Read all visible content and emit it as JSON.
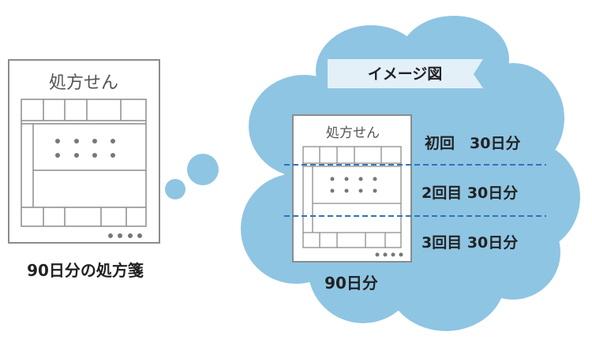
{
  "left_prescription": {
    "title": "処方せん",
    "caption": "90日分の処方箋"
  },
  "thought_bubble": {
    "banner": "イメージ図",
    "prescription_title": "処方せん",
    "caption": "90日分",
    "segments": [
      {
        "label": "初回　30日分"
      },
      {
        "label": "2回目 30日分"
      },
      {
        "label": "3回目 30日分"
      }
    ]
  },
  "colors": {
    "cloud": "#8ec5e3",
    "banner_bg": "#e3f0f8",
    "dashed_line": "#2f74b5",
    "paper_border": "#8c8c8c",
    "dots": "#777777"
  }
}
